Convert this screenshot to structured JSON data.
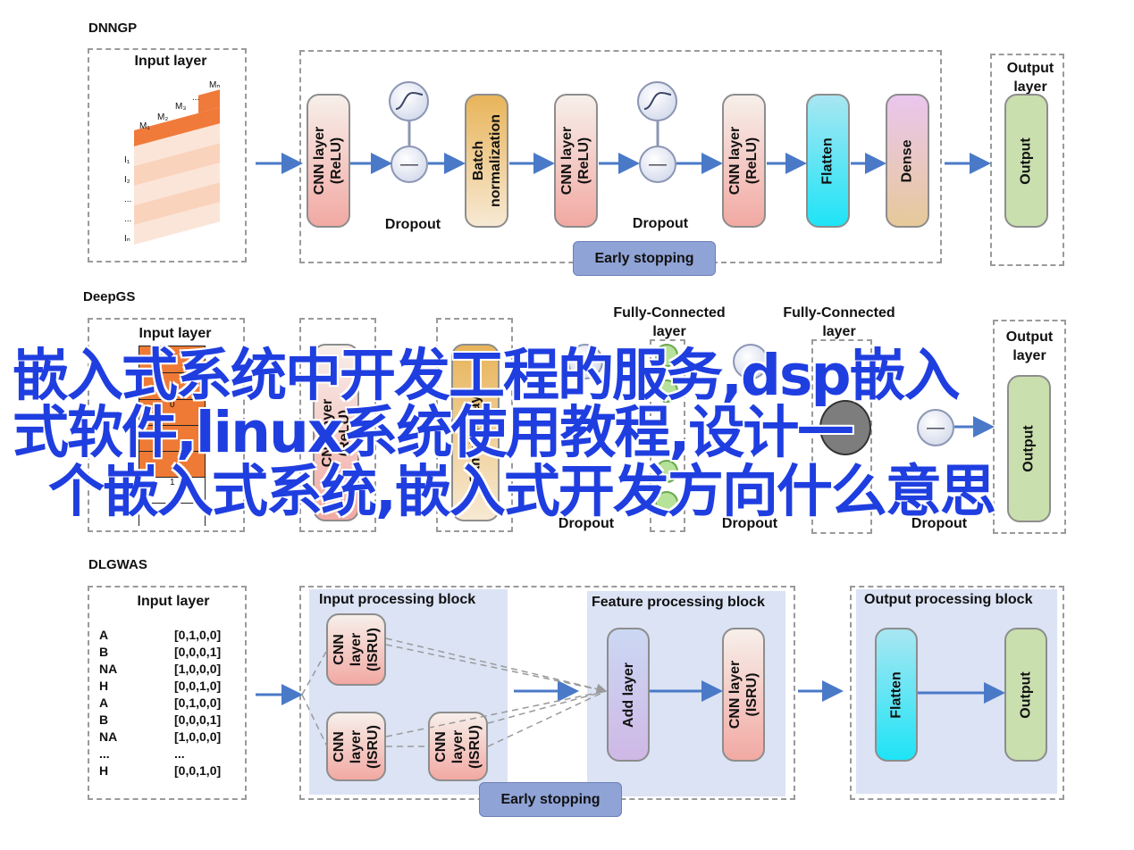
{
  "colors": {
    "arrow": "#4a79c8",
    "overlay_text": "#1f3ee0",
    "block_bg": "#dbe3f4",
    "early_stopping": "#8fa3d6"
  },
  "dnngp": {
    "title": "DNNGP",
    "input_layer": "Input layer",
    "matrix_cols": [
      "M₁",
      "M₂",
      "M₃",
      "...",
      "Mₙ"
    ],
    "matrix_rows": [
      "I₁",
      "I₂",
      "...",
      "...",
      "Iₙ"
    ],
    "cnn1": "CNN layer\n(ReLU)",
    "batch_norm": "Batch\nnormalization",
    "cnn2": "CNN layer\n(ReLU)",
    "cnn3": "CNN layer\n(ReLU)",
    "flatten": "Flatten",
    "dense": "Dense",
    "output_layer": "Output\nlayer",
    "output": "Output",
    "dropout1": "Dropout",
    "dropout2": "Dropout",
    "early_stopping": "Early stopping",
    "dropout_icon": "minus-icon",
    "activation_icon": "sigmoid-curve-icon"
  },
  "deepgs": {
    "title": "DeepGS",
    "input_layer": "Input layer",
    "cnn": "CNN layer\n(ReLU)",
    "sampling": "Sampling layer",
    "fc1": "Fully-Connected\nlayer",
    "fc2": "Fully-Connected\nlayer",
    "output_layer": "Output\nlayer",
    "output": "Output",
    "dropout1": "Dropout",
    "dropout2": "Dropout",
    "dropout3": "Dropout",
    "input_cells": [
      "",
      "",
      "0",
      "",
      "",
      "1",
      "1"
    ]
  },
  "dlgwas": {
    "title": "DLGWAS",
    "input_layer": "Input layer",
    "encoding": [
      {
        "base": "A",
        "code": "[0,1,0,0]"
      },
      {
        "base": "B",
        "code": "[0,0,0,1]"
      },
      {
        "base": "NA",
        "code": "[1,0,0,0]"
      },
      {
        "base": "H",
        "code": "[0,0,1,0]"
      },
      {
        "base": "A",
        "code": "[0,1,0,0]"
      },
      {
        "base": "B",
        "code": "[0,0,0,1]"
      },
      {
        "base": "NA",
        "code": "[1,0,0,0]"
      },
      {
        "base": "...",
        "code": "..."
      },
      {
        "base": "H",
        "code": "[0,0,1,0]"
      }
    ],
    "input_block": "Input processing block",
    "feature_block": "Feature processing block",
    "output_block": "Output processing block",
    "cnn_isru_a": "CNN\nlayer\n(ISRU)",
    "cnn_isru_b": "CNN\nlayer\n(ISRU)",
    "cnn_isru_c": "CNN\nlayer\n(ISRU)",
    "add_layer": "Add layer",
    "cnn_isru_d": "CNN layer\n(ISRU)",
    "flatten": "Flatten",
    "output": "Output",
    "early_stopping": "Early stopping"
  },
  "overlay": {
    "line1": "嵌入式系统中开发工程的服务,dsp嵌入",
    "line2": "式软件,linux系统使用教程,设计一",
    "line3": "个嵌入式系统,嵌入式开发方向什么意思"
  }
}
